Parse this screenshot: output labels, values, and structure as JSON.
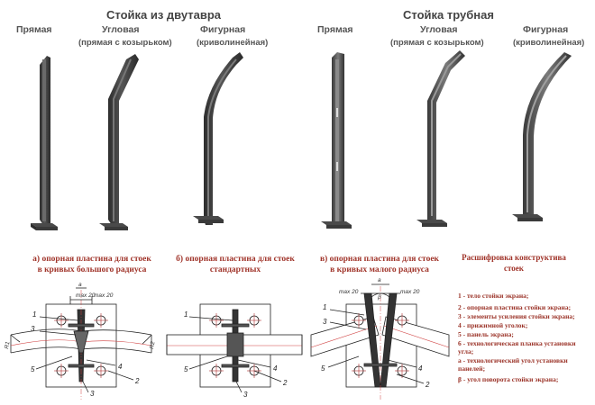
{
  "headings": {
    "ibeam": "Стойка из двутавра",
    "tube": "Стойка трубная",
    "straight_1": "Прямая",
    "angular_1": "Угловая",
    "angular_1_sub": "(прямая с козырьком)",
    "curved_1": "Фигурная",
    "curved_1_sub": "(криволинейная)",
    "straight_2": "Прямая",
    "angular_2": "Угловая",
    "angular_2_sub": "(прямая с козырьком)",
    "curved_2": "Фигурная",
    "curved_2_sub": "(криволинейная)"
  },
  "captions": {
    "a_line1": "а) опорная пластина для стоек",
    "a_line2": "в кривых большого радиуса",
    "b_line1": "б) опорная пластина для стоек",
    "b_line2": "стандартных",
    "v_line1": "в) опорная пластина для стоек",
    "v_line2": "в кривых малого радиуса"
  },
  "legend": {
    "title_line1": "Расшифровка конструктива",
    "title_line2": "стоек",
    "items": [
      "1 - тело стойки экрана;",
      "2 - опорная пластина стойки экрана;",
      "3 - элементы усиления стойки экрана;",
      "4 - прижимной уголок;",
      "5 - панель экрана;",
      "6 - технологическая планка установки",
      "угла;",
      "а - технологический угол установки",
      "панелей;",
      "β - угол поворота стойки экрана;"
    ]
  },
  "dims": {
    "max20": "max 20",
    "a": "a",
    "beta": "β",
    "r_left": "R1",
    "r_right": "R2"
  },
  "callouts": [
    "1",
    "2",
    "3",
    "4",
    "5"
  ],
  "colors": {
    "caption": "#a0342a",
    "post_dark": "#3b3b3b",
    "post_light": "#6e6e6e",
    "bolt": "#b03030",
    "axis": "#d04040"
  }
}
